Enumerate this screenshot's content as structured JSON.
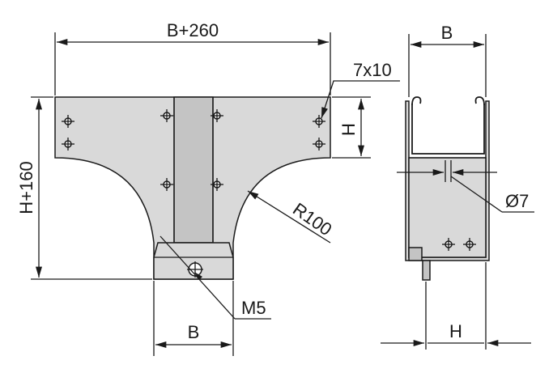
{
  "labels": {
    "width_total": "B+260",
    "height_total": "H+160",
    "slot": "7x10",
    "side_height": "H",
    "radius": "R100",
    "screw": "M5",
    "bottom_width": "B",
    "side_width": "B",
    "hole": "Ø7",
    "side_bottom_height": "H"
  },
  "colors": {
    "line": "#1a1a1a",
    "fill_light": "#d9d9d9",
    "fill_dark": "#c4c4c4",
    "background": "#ffffff"
  }
}
